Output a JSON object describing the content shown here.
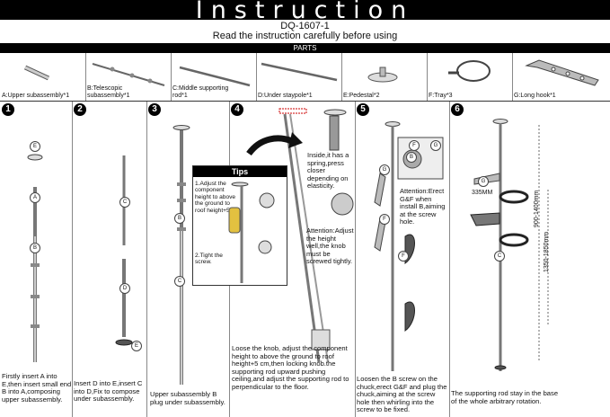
{
  "header": {
    "title": "Instruction",
    "model": "DQ-1607-1",
    "subtitle": "Read the instruction carefully before using"
  },
  "parts": {
    "bar_label": "PARTS",
    "items": [
      {
        "label": "A:Upper subassembly*1"
      },
      {
        "label": "B:Telescopic subassembly*1"
      },
      {
        "label": "C:Middle supporting rod*1"
      },
      {
        "label": "D:Under staypole*1"
      },
      {
        "label": "E:Pedestal*2"
      },
      {
        "label": "F:Tray*3"
      },
      {
        "label": "G:Long hook*1"
      }
    ]
  },
  "steps": [
    {
      "number": "1",
      "caption": "Firstly insert A into E,then insert small end B into A,composing upper subassembly."
    },
    {
      "number": "2",
      "caption": "Insert D into E,insert C into D,Fix to compose under subassembly."
    },
    {
      "number": "3",
      "caption": "Upper subassembly B plug under subassembly."
    },
    {
      "number": "4",
      "caption": "Loose the knob, adjust the component height to above the ground to roof height+5 cm,then locking knob.the supporting rod upward pushing ceiling,and adjust the supporting rod to perpendicular to the floor."
    },
    {
      "number": "5",
      "caption": "Loosen the B screw on the chuck,erect G&F and plug the chuck,aiming at the screw hole then whirling into the screw to be fixed."
    },
    {
      "number": "6",
      "caption": "The supporting rod stay in the base of the whole arbitrary rotation."
    }
  ],
  "tips": {
    "title": "Tips",
    "tip1": "1.Adjust the component height to above the ground to roof height+5cm",
    "tip2": "2.Tight the screw."
  },
  "notes": {
    "spring": "Inside,it has a spring,press closer depending on elasticity.",
    "attention_knob": "Attention:Adjust the height well,the knob must be screwed tightly.",
    "attention_erect": "Attention:Erect G&F when install B,aiming at the screw hole."
  },
  "dimensions": {
    "d1": "335MM",
    "d2": "900-1400mm",
    "d3": "1350-1850mm"
  },
  "callouts": {
    "A": "A",
    "B": "B",
    "C": "C",
    "D": "D",
    "E": "E",
    "F": "F",
    "G": "G"
  }
}
